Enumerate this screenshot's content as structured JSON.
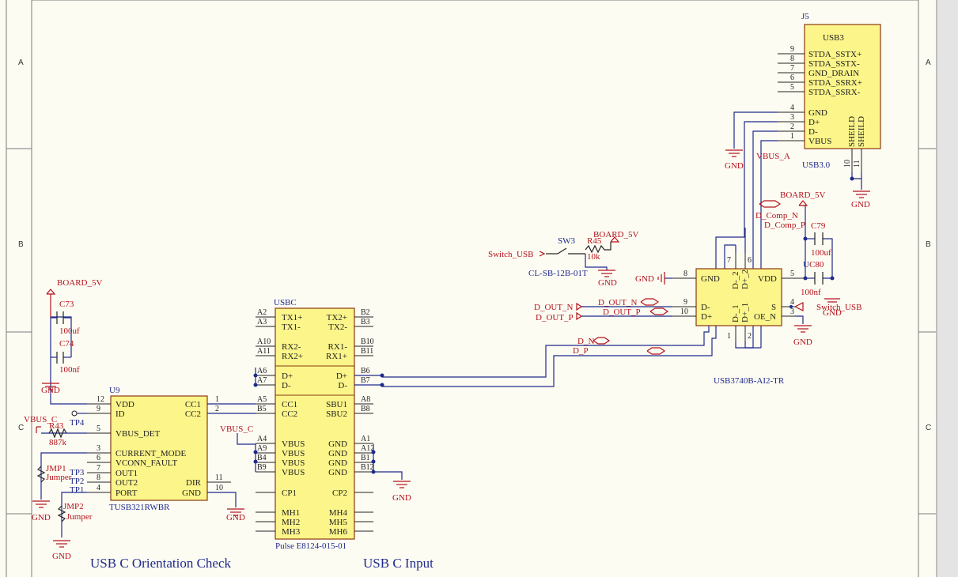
{
  "titles": {
    "left": "USB C Orientation Check",
    "center": "USB C Input"
  },
  "zones": {
    "rows": [
      "A",
      "B",
      "C"
    ]
  },
  "u9": {
    "ref": "U9",
    "part": "TUSB321RWBR",
    "left_pins": [
      {
        "num": "12",
        "name": "VDD"
      },
      {
        "num": "9",
        "name": "ID"
      },
      {
        "num": "5",
        "name": "VBUS_DET"
      },
      {
        "num": "3",
        "name": "CURRENT_MODE"
      },
      {
        "num": "6",
        "name": "VCONN_FAULT"
      },
      {
        "num": "7",
        "name": "OUT1"
      },
      {
        "num": "8",
        "name": "OUT2"
      },
      {
        "num": "4",
        "name": "PORT"
      }
    ],
    "right_pins": [
      {
        "num": "1",
        "name": "CC1"
      },
      {
        "num": "2",
        "name": "CC2"
      },
      {
        "num": "11",
        "name": "DIR"
      },
      {
        "num": "10",
        "name": "GND"
      }
    ]
  },
  "usbc": {
    "ref": "USBC",
    "part": "Pulse E8124-015-01",
    "left_pins": [
      {
        "num": "A2",
        "name": "TX1+"
      },
      {
        "num": "A3",
        "name": "TX1-"
      },
      {
        "num": "A10",
        "name": "RX2-"
      },
      {
        "num": "A11",
        "name": "RX2+"
      },
      {
        "num": "A6",
        "name": "D+"
      },
      {
        "num": "A7",
        "name": "D-"
      },
      {
        "num": "A5",
        "name": "CC1"
      },
      {
        "num": "B5",
        "name": "CC2"
      },
      {
        "num": "A4",
        "name": "VBUS"
      },
      {
        "num": "A9",
        "name": "VBUS"
      },
      {
        "num": "B4",
        "name": "VBUS"
      },
      {
        "num": "B9",
        "name": "VBUS"
      },
      {
        "num": "",
        "name": "CP1"
      },
      {
        "num": "",
        "name": "MH1"
      },
      {
        "num": "",
        "name": "MH2"
      },
      {
        "num": "",
        "name": "MH3"
      }
    ],
    "right_pins": [
      {
        "num": "B2",
        "name": "TX2+"
      },
      {
        "num": "B3",
        "name": "TX2-"
      },
      {
        "num": "B10",
        "name": "RX1-"
      },
      {
        "num": "B11",
        "name": "RX1+"
      },
      {
        "num": "B6",
        "name": "D+"
      },
      {
        "num": "B7",
        "name": "D-"
      },
      {
        "num": "A8",
        "name": "SBU1"
      },
      {
        "num": "B8",
        "name": "SBU2"
      },
      {
        "num": "A1",
        "name": "GND"
      },
      {
        "num": "A12",
        "name": "GND"
      },
      {
        "num": "B1",
        "name": "GND"
      },
      {
        "num": "B12",
        "name": "GND"
      },
      {
        "num": "",
        "name": "CP2"
      },
      {
        "num": "",
        "name": "MH4"
      },
      {
        "num": "",
        "name": "MH5"
      },
      {
        "num": "",
        "name": "MH6"
      }
    ]
  },
  "j5": {
    "ref": "J5",
    "name": "USB3",
    "part": "USB3.0",
    "pins": [
      {
        "num": "9",
        "name": "STDA_SSTX+"
      },
      {
        "num": "8",
        "name": "STDA_SSTX-"
      },
      {
        "num": "7",
        "name": "GND_DRAIN"
      },
      {
        "num": "6",
        "name": "STDA_SSRX+"
      },
      {
        "num": "5",
        "name": "STDA_SSRX-"
      },
      {
        "num": "4",
        "name": "GND"
      },
      {
        "num": "3",
        "name": "D+"
      },
      {
        "num": "2",
        "name": "D-"
      },
      {
        "num": "1",
        "name": "VBUS"
      }
    ],
    "shield": {
      "names": [
        "SHEILD",
        "SHEILD"
      ],
      "nums": [
        "10",
        "11"
      ]
    }
  },
  "u_mux": {
    "ref": "U",
    "part": "USB3740B-AI2-TR",
    "pins": {
      "gnd": {
        "num": "8",
        "name": "GND"
      },
      "vdd": {
        "num": "5",
        "name": "VDD"
      },
      "dm": {
        "num": "9",
        "name": "D-"
      },
      "dp": {
        "num": "10",
        "name": "D+"
      },
      "s": {
        "num": "4",
        "name": "S"
      },
      "oen": {
        "num": "3",
        "name": "OE_N"
      },
      "d_2": {
        "num": "7",
        "name": "D-_2"
      },
      "dp_2": {
        "num": "6",
        "name": "D+_2"
      },
      "d_1": {
        "num": "1",
        "name": "D-_1"
      },
      "dp_1": {
        "num": "2",
        "name": "D+_1"
      }
    }
  },
  "components": {
    "c73": {
      "ref": "C73",
      "value": "100uf"
    },
    "c74": {
      "ref": "C74",
      "value": "100nf"
    },
    "c79": {
      "ref": "C79",
      "value": "100uf"
    },
    "c80": {
      "ref": "C80",
      "value": "100nf"
    },
    "r43": {
      "ref": "R43",
      "value": "887k"
    },
    "r45": {
      "ref": "R45",
      "value": "10k"
    },
    "sw3": {
      "ref": "SW3",
      "part": "CL-SB-12B-01T"
    },
    "jmp1": {
      "ref": "JMP1",
      "value": "Jumper"
    },
    "jmp2": {
      "ref": "JMP2",
      "value": "Jumper"
    },
    "tp4": {
      "ref": "TP4"
    },
    "tp3": {
      "ref": "TP3"
    },
    "tp2": {
      "ref": "TP2"
    },
    "tp1": {
      "ref": "TP1"
    }
  },
  "nets": {
    "board_5v": "BOARD_5V",
    "vbus_c": "VBUS_C",
    "vbus_a": "VBUS_A",
    "gnd": "GND",
    "switch_usb": "Switch_USB",
    "d_out_n": "D_OUT_N",
    "d_out_p": "D_OUT_P",
    "d_n": "D_N",
    "d_p": "D_P",
    "d_comp_n": "D_Comp_N",
    "d_comp_p": "D_Comp_P"
  },
  "colors": {
    "sheet": "#fdfcf3",
    "frame": "#7a7a7a",
    "wire": "#1f2a8c",
    "net": "#b3121b",
    "chip": "#fbf58a"
  }
}
